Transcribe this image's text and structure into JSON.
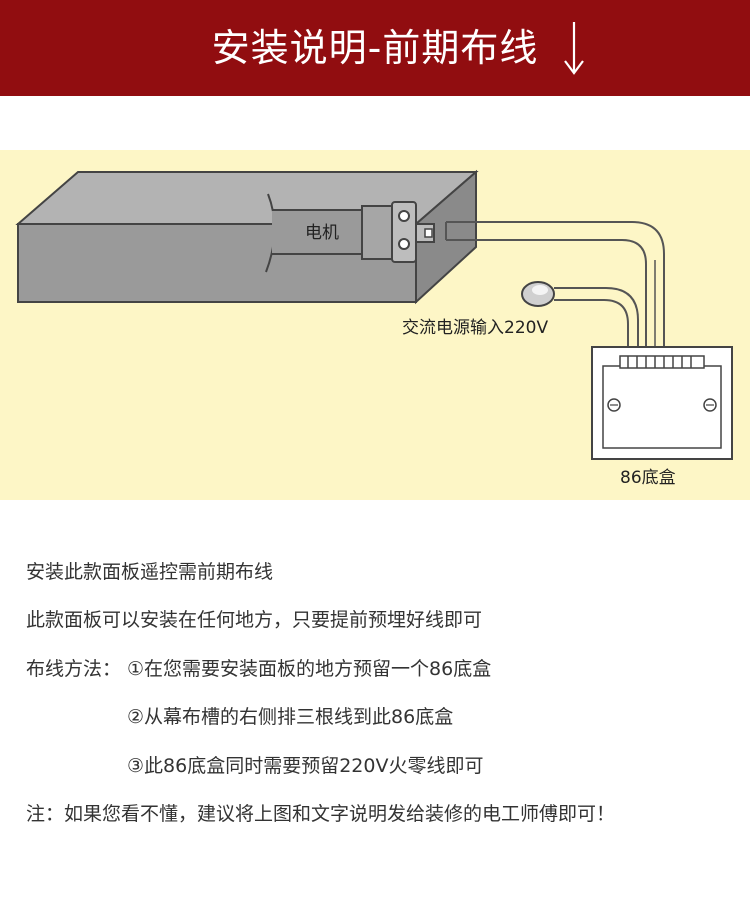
{
  "header": {
    "title": "安装说明-前期布线",
    "arrow_icon": "down-arrow-icon"
  },
  "diagram": {
    "motor_label": "电机",
    "power_label": "交流电源输入220V",
    "box_label": "86底盒",
    "colors": {
      "background": "#fdf6c6",
      "motor_box": "#9a9a9a",
      "stroke": "#444444"
    }
  },
  "instructions": {
    "line1": "安装此款面板遥控需前期布线",
    "line2": "此款面板可以安装在任何地方，只要提前预埋好线即可",
    "method_label": "布线方法：",
    "step1": "①在您需要安装面板的地方预留一个86底盒",
    "step2": "②从幕布槽的右侧排三根线到此86底盒",
    "step3": "③此86底盒同时需要预留220V火零线即可",
    "note": "注：如果您看不懂，建议将上图和文字说明发给装修的电工师傅即可！"
  },
  "colors": {
    "header_bg": "#910d10",
    "header_text": "#ffffff",
    "body_text": "#333333"
  }
}
